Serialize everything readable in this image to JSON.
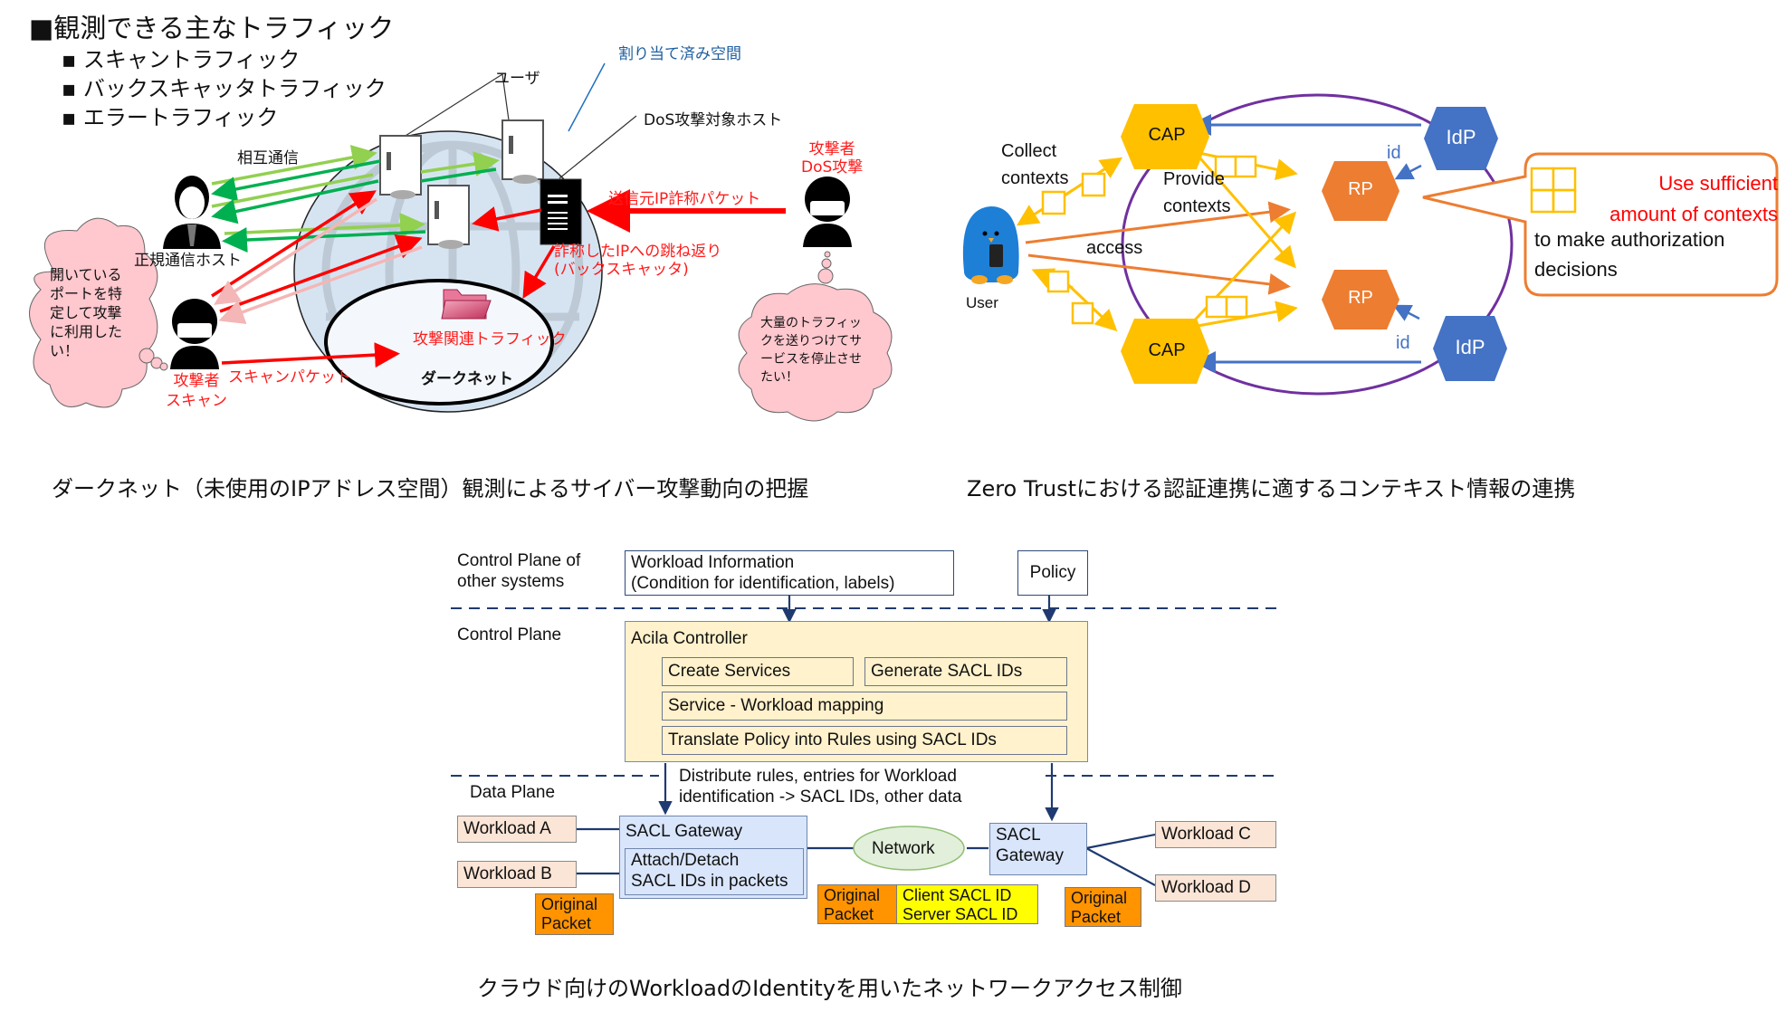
{
  "darknet": {
    "heading": "■観測できる主なトラフィック",
    "bullets": [
      "スキャントラフィック",
      "バックスキャッタトラフィック",
      "エラートラフィック"
    ],
    "labels": {
      "user": "ユーザ",
      "allocated_space": "割り当て済み空間",
      "dos_target_host": "DoS攻撃対象ホスト",
      "mutual_comm": "相互通信",
      "legit_host": "正規通信ホスト",
      "attacker_dos": "攻撃者\nDoS攻撃",
      "spoofed_packet": "送信元IP詐称パケット",
      "backscatter": "詐称したIPへの跳ね返り\n(バックスキャッタ)",
      "attack_traffic": "攻撃関連トラフィック",
      "darknet": "ダークネット",
      "attacker_scan": "攻撃者\nスキャン",
      "scan_packet": "スキャンパケット"
    },
    "clouds": {
      "scanner_thought": "開いているポートを特定して攻撃に利用したい！",
      "dos_thought": "大量のトラフィックを送りつけてサービスを停止させたい！"
    },
    "caption": "ダークネット（未使用のIPアドレス空間）観測によるサイバー攻撃動向の把握",
    "colors": {
      "attack": "#ff0000",
      "legit_out": "#92d050",
      "legit_in": "#00b050",
      "sphere": "#d6e4f2",
      "cloud": "#ffc7ce"
    }
  },
  "zero_trust": {
    "nodes": {
      "cap_top": "CAP",
      "cap_bottom": "CAP",
      "rp_top": "RP",
      "rp_bottom": "RP",
      "idp_top": "IdP",
      "idp_bottom": "IdP"
    },
    "labels": {
      "collect": "Collect\ncontexts",
      "provide": "Provide\ncontexts",
      "access": "access",
      "user": "User",
      "id_top": "id",
      "id_bottom": "id"
    },
    "callout": {
      "highlight": "Use sufficient\namount of contexts",
      "text": "to make authorization\ndecisions"
    },
    "caption": "Zero Trustにおける認証連携に適するコンテキスト情報の連携",
    "colors": {
      "cap": "#ffc000",
      "rp": "#ed7d31",
      "idp": "#4472c4",
      "ring": "#7030a0",
      "user": "#1d7fd6"
    }
  },
  "acila": {
    "planes": {
      "other": "Control Plane of\nother systems",
      "control": "Control Plane",
      "data": "Data Plane"
    },
    "workload_info": "Workload Information\n(Condition for identification, labels)",
    "policy": "Policy",
    "controller": {
      "title": "Acila Controller",
      "items": [
        "Create Services",
        "Generate SACL IDs",
        "Service - Workload mapping",
        "Translate Policy into Rules using SACL IDs"
      ]
    },
    "distribute": "Distribute rules, entries for Workload\nidentification -> SACL IDs, other data",
    "gateway_left": {
      "title": "SACL Gateway",
      "inner": "Attach/Detach\nSACL IDs in packets"
    },
    "gateway_right": "SACL\nGateway",
    "network": "Network",
    "workloads": [
      "Workload A",
      "Workload B",
      "Workload C",
      "Workload D"
    ],
    "packets": {
      "original": "Original\nPacket",
      "ids": "Client SACL ID\nServer SACL ID"
    },
    "caption": "クラウド向けのWorkloadのIdentityを用いたネットワークアクセス制御"
  }
}
